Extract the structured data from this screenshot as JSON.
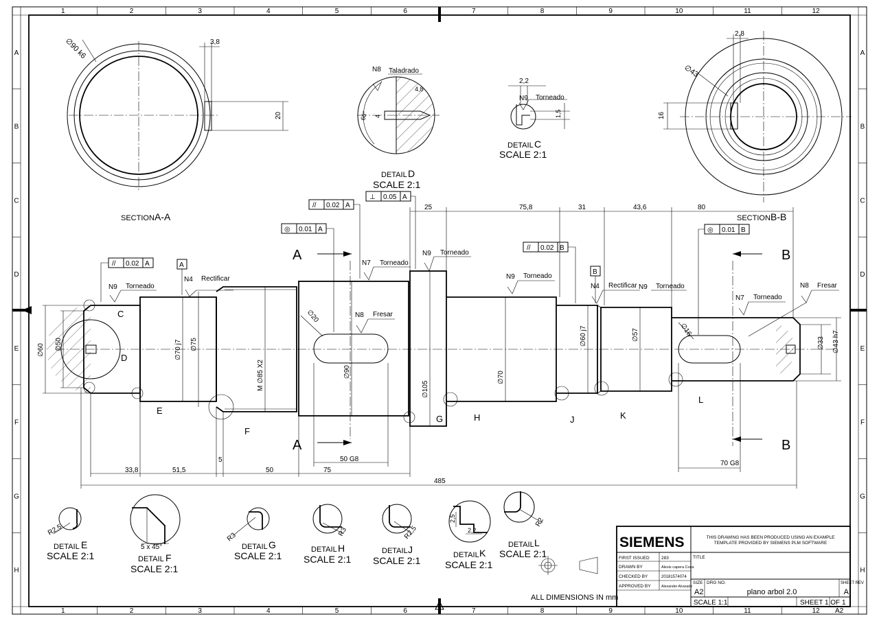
{
  "border": {
    "columns": [
      "1",
      "2",
      "3",
      "4",
      "5",
      "6",
      "7",
      "8",
      "9",
      "10",
      "11",
      "12"
    ],
    "rows": [
      "A",
      "B",
      "C",
      "D",
      "E",
      "F",
      "G",
      "H"
    ]
  },
  "sections": {
    "aa": {
      "label_small": "SECTION",
      "label_big": "A-A",
      "dia": "∅90 k6",
      "keyway_w": "3,8",
      "keyway_h": "20"
    },
    "bb": {
      "label_small": "SECTION",
      "label_big": "B-B",
      "dia": "∅43",
      "keyway_w": "2,8",
      "keyway_h": "16"
    }
  },
  "detail_d": {
    "label_small": "DETAIL",
    "label_big": "D",
    "scale": "SCALE 2:1",
    "finish": "N8",
    "note": "Taladrado",
    "dim_a": "4,8",
    "dim_b": "4",
    "angle": "60°"
  },
  "detail_c": {
    "label_small": "DETAIL",
    "label_big": "C",
    "scale": "SCALE 2:1",
    "finish": "N9",
    "note": "Torneado",
    "dim_a": "2,2",
    "dim_b": "1,5"
  },
  "gdt": {
    "f1": {
      "sym": "//",
      "val": "0.02",
      "ref": "A"
    },
    "f2": {
      "sym": "//",
      "val": "0.02",
      "ref": "A"
    },
    "f3": {
      "sym": "⊥",
      "val": "0.05",
      "ref": "A"
    },
    "f4": {
      "sym": "◎",
      "val": "0.01",
      "ref": "A"
    },
    "f5": {
      "sym": "//",
      "val": "0.02",
      "ref": "B"
    },
    "f6": {
      "sym": "◎",
      "val": "0.01",
      "ref": "B"
    },
    "datum_a": "A",
    "datum_b": "B"
  },
  "finishes": {
    "n9_torneado_1": {
      "n": "N9",
      "t": "Torneado"
    },
    "n4_rectificar_1": {
      "n": "N4",
      "t": "Rectificar"
    },
    "n7_torneado_1": {
      "n": "N7",
      "t": "Torneado"
    },
    "n9_torneado_2": {
      "n": "N9",
      "t": "Torneado"
    },
    "n8_fresar_1": {
      "n": "N8",
      "t": "Fresar"
    },
    "n9_torneado_3": {
      "n": "N9",
      "t": "Torneado"
    },
    "n4_rectificar_2": {
      "n": "N4",
      "t": "Rectificar"
    },
    "n9_torneado_4": {
      "n": "N9",
      "t": "Torneado"
    },
    "n7_torneado_2": {
      "n": "N7",
      "t": "Torneado"
    },
    "n8_fresar_2": {
      "n": "N8",
      "t": "Fresar"
    }
  },
  "section_marks": {
    "a": "A",
    "b": "B"
  },
  "zones": [
    "C",
    "D",
    "E",
    "F",
    "G",
    "H",
    "J",
    "K",
    "L"
  ],
  "dims": {
    "d60": "∅60",
    "d50": "∅50",
    "d70j7": "∅70  j7",
    "d75": "∅75",
    "m85": "M  ∅85  X2",
    "d90": "∅90",
    "r20": "∅20",
    "d105": "∅105",
    "d70": "∅70",
    "d60j7": "∅60  j7",
    "d57": "∅57",
    "r16": "∅16",
    "d33": "∅33",
    "d43h7": "∅43  h7",
    "l33_8": "33,8",
    "l51_5": "51,5",
    "l5": "5",
    "l50": "50",
    "l75": "75",
    "l485": "485",
    "k50g8": "50  G8",
    "k70g8": "70  G8",
    "t25": "25",
    "t75_8": "75,8",
    "t31": "31",
    "t43_6": "43,6",
    "t80": "80"
  },
  "details_bottom": [
    {
      "id": "e",
      "small": "DETAIL",
      "big": "E",
      "scale": "SCALE 2:1",
      "dim": "R2,5"
    },
    {
      "id": "f",
      "small": "DETAIL",
      "big": "F",
      "scale": "SCALE 2:1",
      "dim": "5  x  45°"
    },
    {
      "id": "g",
      "small": "DETAIL",
      "big": "G",
      "scale": "SCALE 2:1",
      "dim": "R3"
    },
    {
      "id": "h",
      "small": "DETAIL",
      "big": "H",
      "scale": "SCALE 2:1",
      "dim": "R3"
    },
    {
      "id": "j",
      "small": "DETAIL",
      "big": "J",
      "scale": "SCALE 2:1",
      "dim": "R2,5"
    },
    {
      "id": "k",
      "small": "DETAIL",
      "big": "K",
      "scale": "SCALE 2:1",
      "dim": "2,5",
      "dim2": "2,2"
    },
    {
      "id": "l",
      "small": "DETAIL",
      "big": "L",
      "scale": "SCALE 2:1",
      "dim": "R2"
    }
  ],
  "title_block": {
    "brand": "SIEMENS",
    "notice_1": "THIS DRAWING HAS BEEN PRODUCED USING AN EXAMPLE",
    "notice_2": "TEMPLATE PROVIDED BY SIEMENS PLM SOFTWARE",
    "first_issued_label": "FIRST ISSUED",
    "first_issued": "283",
    "drawn_by_label": "DRAWN BY",
    "drawn_by": "Alexis capera Coca",
    "checked_by_label": "CHECKED BY",
    "checked_by": "20181574074",
    "approved_by_label": "APPROVED BY",
    "approved_by": "Alexander Alvarado",
    "title_label": "TITLE",
    "size_label": "SIZE",
    "size": "A2",
    "drg_label": "DRG NO.",
    "drg": "plano arbol 2.0",
    "rev_label": "SHEET REV",
    "rev": "A",
    "scale": "SCALE 1:1",
    "sheet": "SHEET 1 OF 1",
    "sheet_size": "A2"
  },
  "all_dims_note": "ALL DIMENSIONS IN mm"
}
